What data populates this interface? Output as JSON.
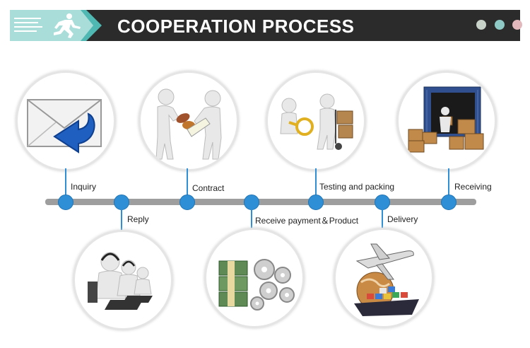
{
  "header": {
    "title": "COOPERATION PROCESS"
  },
  "steps": [
    {
      "label": "Inquiry",
      "icon": "envelope-arrow-icon"
    },
    {
      "label": "Reply",
      "icon": "call-center-icon"
    },
    {
      "label": "Contract",
      "icon": "handshake-contract-icon"
    },
    {
      "label": "Receive payment＆Product",
      "icon": "money-gears-icon"
    },
    {
      "label": "Testing and packing",
      "icon": "testing-packing-icon"
    },
    {
      "label": "Delivery",
      "icon": "plane-ship-globe-icon"
    },
    {
      "label": "Receiving",
      "icon": "container-boxes-icon"
    }
  ],
  "colors": {
    "banner": "#2b2b2b",
    "accent": "#2f8fd6",
    "timeline": "#9e9e9e",
    "dots": [
      "#c9d2c8",
      "#8fc9c5",
      "#e2b8bc"
    ]
  }
}
